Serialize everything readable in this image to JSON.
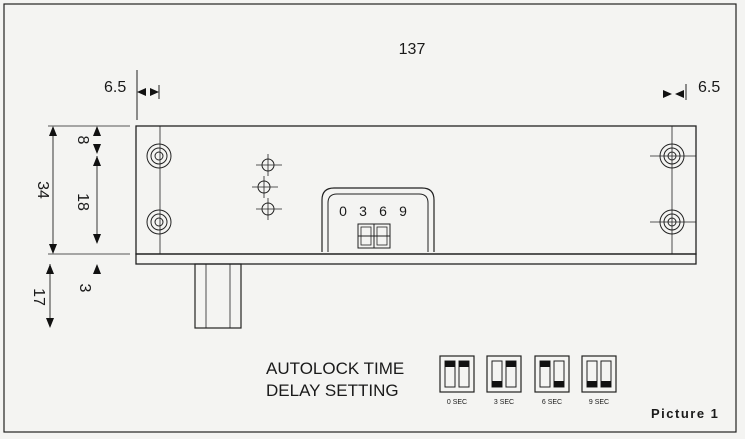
{
  "dimensions": {
    "overall_width": "137",
    "left_margin": "6.5",
    "right_margin": "6.5",
    "top_offset": "8",
    "body_height": "34",
    "hole_spacing": "18",
    "bottom_gap": "3",
    "knob_height": "17"
  },
  "switch_panel": {
    "dial_digits": [
      "0",
      "3",
      "6",
      "9"
    ]
  },
  "legend": {
    "line1": "AUTOLOCK TIME",
    "line2": "DELAY  SETTING",
    "settings": [
      {
        "label": "0 SEC",
        "left_high": true,
        "right_high": true
      },
      {
        "label": "3 SEC",
        "left_high": false,
        "right_high": true
      },
      {
        "label": "6 SEC",
        "left_high": true,
        "right_high": false
      },
      {
        "label": "9 SEC",
        "left_high": false,
        "right_high": false
      }
    ]
  },
  "caption": "Picture 1"
}
